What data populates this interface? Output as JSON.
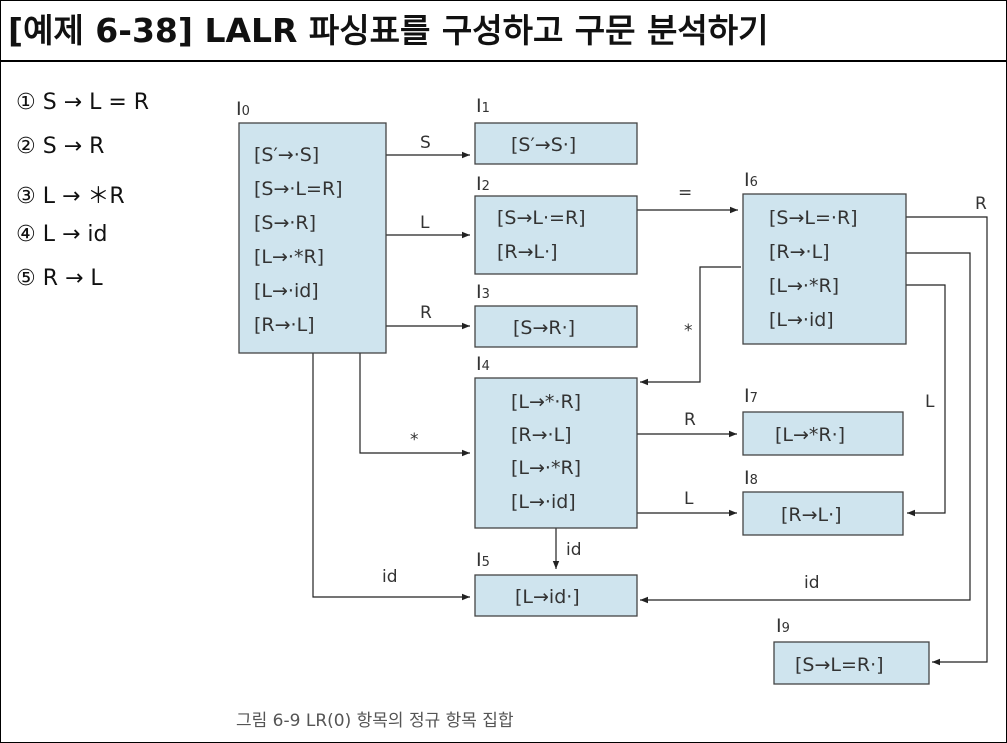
{
  "title": "[예제 6-38] LALR 파싱표를 구성하고 구문 분석하기",
  "grammar": [
    "① S → L = R",
    "② S → R",
    "③ L → ＊R",
    "④ L → id",
    "⑤ R → L"
  ],
  "states": {
    "I0": {
      "name": "I",
      "sub": "0",
      "items": [
        "[S′→·S]",
        "[S→·L=R]",
        "[S→·R]",
        "[L→·*R]",
        "[L→·id]",
        "[R→·L]"
      ]
    },
    "I1": {
      "name": "I",
      "sub": "1",
      "items": [
        "[S′→S·]"
      ]
    },
    "I2": {
      "name": "I",
      "sub": "2",
      "items": [
        "[S→L·=R]",
        "[R→L·]"
      ]
    },
    "I3": {
      "name": "I",
      "sub": "3",
      "items": [
        "[S→R·]"
      ]
    },
    "I4": {
      "name": "I",
      "sub": "4",
      "items": [
        "[L→*·R]",
        "[R→·L]",
        "[L→·*R]",
        "[L→·id]"
      ]
    },
    "I5": {
      "name": "I",
      "sub": "5",
      "items": [
        "[L→id·]"
      ]
    },
    "I6": {
      "name": "I",
      "sub": "6",
      "items": [
        "[S→L=·R]",
        "[R→·L]",
        "[L→·*R]",
        "[L→·id]"
      ]
    },
    "I7": {
      "name": "I",
      "sub": "7",
      "items": [
        "[L→*R·]"
      ]
    },
    "I8": {
      "name": "I",
      "sub": "8",
      "items": [
        "[R→L·]"
      ]
    },
    "I9": {
      "name": "I",
      "sub": "9",
      "items": [
        "[S→L=R·]"
      ]
    }
  },
  "transitions": [
    {
      "from": "I0",
      "to": "I1",
      "symbol": "S"
    },
    {
      "from": "I0",
      "to": "I2",
      "symbol": "L"
    },
    {
      "from": "I0",
      "to": "I3",
      "symbol": "R"
    },
    {
      "from": "I0",
      "to": "I4",
      "symbol": "*"
    },
    {
      "from": "I0",
      "to": "I5",
      "symbol": "id"
    },
    {
      "from": "I2",
      "to": "I6",
      "symbol": "="
    },
    {
      "from": "I6",
      "to": "I4",
      "symbol": "*"
    },
    {
      "from": "I6",
      "to": "I9",
      "symbol": "R"
    },
    {
      "from": "I6",
      "to": "I8",
      "symbol": "L"
    },
    {
      "from": "I6",
      "to": "I5",
      "symbol": "id"
    },
    {
      "from": "I4",
      "to": "I7",
      "symbol": "R"
    },
    {
      "from": "I4",
      "to": "I8",
      "symbol": "L"
    },
    {
      "from": "I4",
      "to": "I5",
      "symbol": "id"
    }
  ],
  "caption": "그림 6-9 LR(0) 항목의 정규 항목 집합"
}
